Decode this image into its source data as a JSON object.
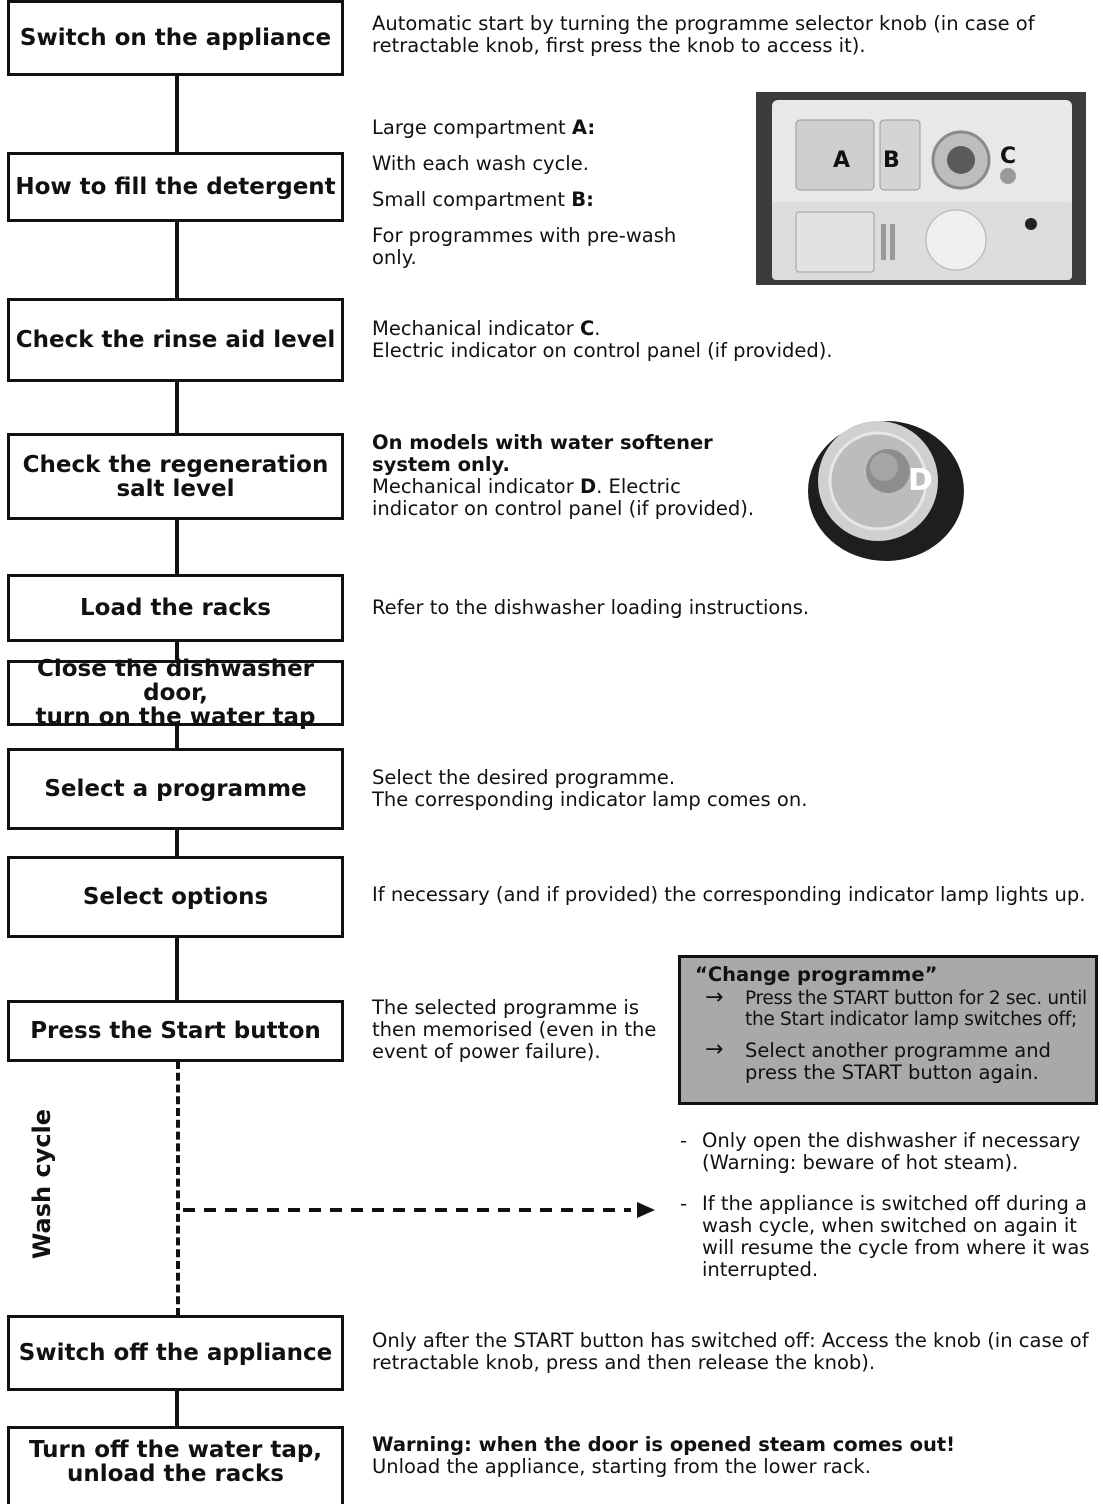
{
  "steps": {
    "switch_on": "Switch on the appliance",
    "fill_detergent": "How to fill the detergent",
    "rinse_aid": "Check the rinse aid level",
    "salt_line1": "Check the regeneration",
    "salt_line2": "salt level",
    "load_racks": "Load the racks",
    "close_door_line1": "Close the dishwasher door,",
    "close_door_line2": "turn on the water tap",
    "select_programme": "Select a programme",
    "select_options": "Select options",
    "press_start": "Press the Start button",
    "wash_cycle": "Wash cycle",
    "switch_off": "Switch off the appliance",
    "turn_off_line1": "Turn off the water tap,",
    "turn_off_line2": "unload the racks"
  },
  "descriptions": {
    "switch_on_line1": "Automatic start by turning the programme selector knob (in case of",
    "switch_on_line2": "retractable knob, first press the knob to access it).",
    "large_comp_prefix": "Large compartment ",
    "large_comp_letter": "A:",
    "large_comp_desc": "With each wash cycle.",
    "small_comp_prefix": "Small compartment ",
    "small_comp_letter": "B:",
    "small_comp_desc_line1": "For programmes with pre-wash",
    "small_comp_desc_line2": "only.",
    "rinse_line1_prefix": "Mechanical indicator ",
    "rinse_line1_letter": "C",
    "rinse_line1_suffix": ".",
    "rinse_line2": "Electric indicator on control panel (if provided).",
    "salt_bold_line1": "On models with water softener",
    "salt_bold_line2": "system only.",
    "salt_line1_prefix": "Mechanical indicator ",
    "salt_line1_letter": "D",
    "salt_line1_suffix": ". Electric",
    "salt_line2": "indicator on control panel (if provided).",
    "load_racks": "Refer to the dishwasher loading instructions.",
    "select_programme_line1": "Select the desired programme.",
    "select_programme_line2": "The corresponding indicator lamp comes on.",
    "select_options": "If necessary (and if provided) the corresponding indicator lamp lights up.",
    "press_start_line1": "The selected programme is",
    "press_start_line2": "then memorised (even in the",
    "press_start_line3": "event of power failure).",
    "switch_off_line1": "Only after the START button has switched off: Access the knob (in case of",
    "switch_off_line2": "retractable knob, press and then release the knob).",
    "turn_off_bold": "Warning: when the door is opened steam comes out!",
    "turn_off_line2": "Unload the appliance, starting from the lower rack."
  },
  "change_programme": {
    "title": "“Change programme”",
    "item1_line1": "Press the START button for 2 sec. until",
    "item1_line2": "the Start indicator lamp switches off;",
    "item2_line1": "Select another programme and",
    "item2_line2": "press the START button again.",
    "arrow": "→"
  },
  "wash_notes": {
    "dash": "-",
    "note1_line1": "Only open the dishwasher if necessary",
    "note1_line2": "(Warning: beware of hot steam).",
    "note2_line1": "If the appliance is switched off during a",
    "note2_line2": "wash cycle, when switched on again it",
    "note2_line3": "will resume the cycle from where it was",
    "note2_line4": "interrupted."
  },
  "photo_labels": {
    "a": "A",
    "b": "B",
    "c": "C",
    "d": "D"
  }
}
